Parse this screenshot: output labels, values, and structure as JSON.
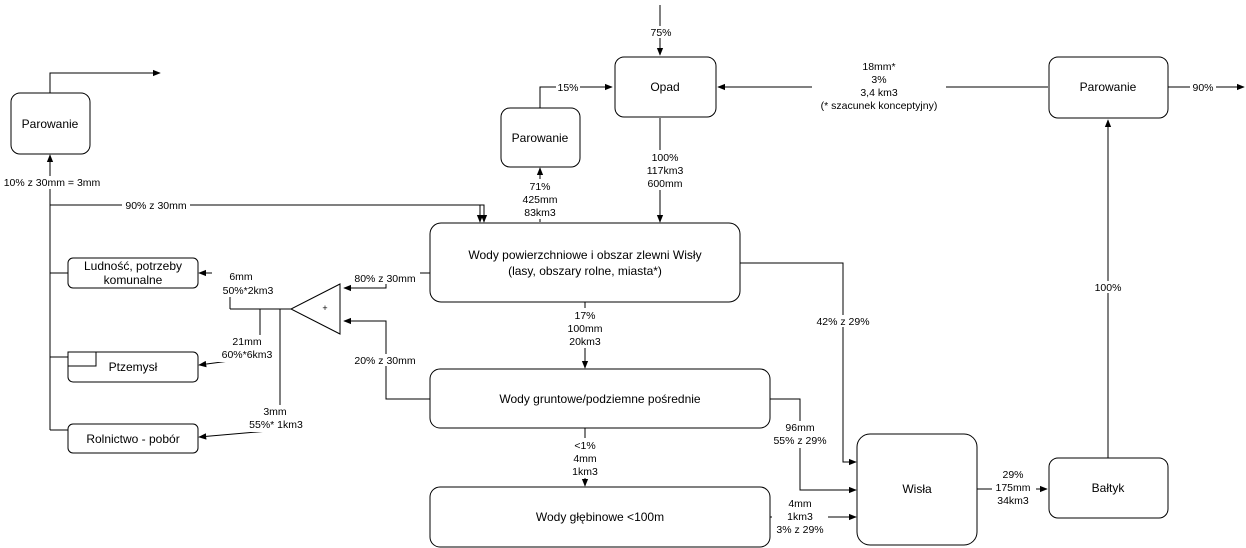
{
  "nodes": {
    "opad": "Opad",
    "parowanie_left": "Parowanie",
    "parowanie_mid": "Parowanie",
    "parowanie_right": "Parowanie",
    "wody_powierzchniowe": [
      "Wody powierzchniowe i obszar zlewni Wisły",
      "(lasy, obszary rolne, miasta*)"
    ],
    "wody_gruntowe": "Wody gruntowe/podziemne pośrednie",
    "wody_glebinowe": "Wody głębinowe  <100m",
    "wisla": "Wisła",
    "baltyk": "Bałtyk",
    "ludnosc": [
      "Ludność, potrzeby",
      "komunalne"
    ],
    "przemysl": "Ptzemysł",
    "rolnictwo": "Rolnictwo - pobór",
    "sum": "+"
  },
  "labels": {
    "top_75": "75%",
    "opad_in_15": "15%",
    "right_flux": [
      "18mm*",
      "3%",
      "3,4 km3",
      "(* szacunek konceptyjny)"
    ],
    "out_90": "90%",
    "opad_down": [
      "100%",
      "117km3",
      "600mm"
    ],
    "evap_up": [
      "71%",
      "425mm",
      "83km3"
    ],
    "left_10": "10% z 30mm = 3mm",
    "left_90": "90% z 30mm",
    "pct_80": "80% z 30mm",
    "pct_20": "20% z 30mm",
    "six_mm": [
      "6mm",
      "50%*2km3"
    ],
    "twentyone_mm": [
      "21mm",
      "60%*6km3"
    ],
    "three_mm": [
      "3mm",
      "55%* 1km3"
    ],
    "infil_17": [
      "17%",
      "100mm",
      "20km3"
    ],
    "deep_1": [
      "<1%",
      "4mm",
      "1km3"
    ],
    "surf_42": "42% z 29%",
    "ground_96": [
      "96mm",
      "55% z 29%"
    ],
    "deep_4": [
      "4mm",
      "1km3",
      "3% z 29%"
    ],
    "wisla_29": [
      "29%",
      "175mm",
      "34km3"
    ],
    "baltyk_100": "100%"
  }
}
